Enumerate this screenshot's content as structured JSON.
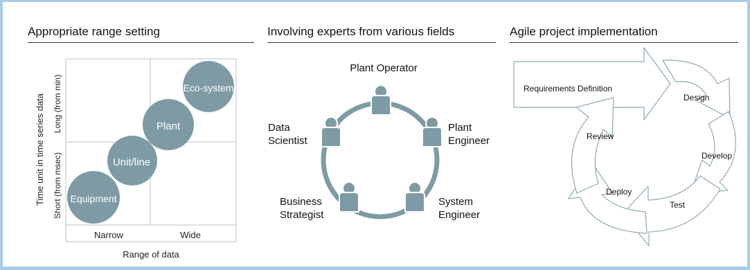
{
  "panel1": {
    "heading": "Appropriate range setting",
    "y_axis_title": "Time unit in time series data",
    "y_tick_long": "Long (from min)",
    "y_tick_short": "Short (from msec)",
    "x_tick_narrow": "Narrow",
    "x_tick_wide": "Wide",
    "x_axis_title": "Range of data",
    "bubbles": [
      "Equipment",
      "Unit/line",
      "Plant",
      "Eco-system"
    ],
    "bubble_color": "#7e9ba5"
  },
  "panel2": {
    "heading": "Involving experts from various fields",
    "roles": {
      "operator": "Plant Operator",
      "data_scientist_1": "Data",
      "data_scientist_2": "Scientist",
      "plant_engineer_1": "Plant",
      "plant_engineer_2": "Engineer",
      "business_strategist_1": "Business",
      "business_strategist_2": "Strategist",
      "system_engineer_1": "System",
      "system_engineer_2": "Engineer"
    },
    "ring_color": "#7e9ba5"
  },
  "panel3": {
    "heading": "Agile project implementation",
    "requirements": "Requirements Definition",
    "steps": [
      "Design",
      "Develop",
      "Test",
      "Deploy",
      "Review"
    ],
    "outline_color": "#8fa9b4"
  }
}
